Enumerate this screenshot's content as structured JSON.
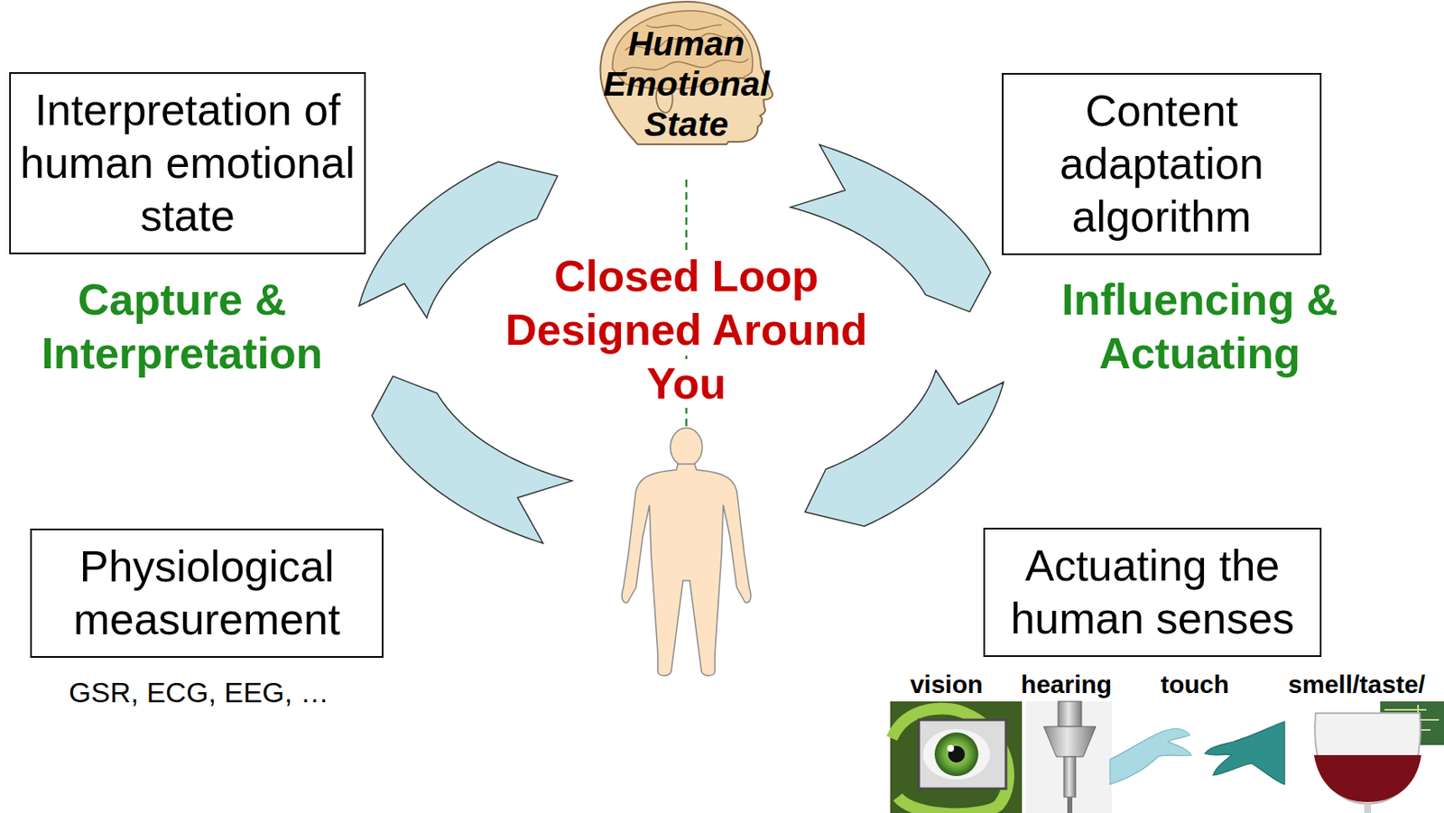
{
  "diagram": {
    "nodes": [
      {
        "text": [
          "Interpretation of human emotional state"
        ]
      },
      {
        "text": [
          "Human Emotional State"
        ]
      },
      {
        "text": [
          "Content adaptation algorithm"
        ]
      },
      {
        "text": [
          "Physiological measurement"
        ]
      },
      {
        "text": [
          "Actuating the human senses"
        ]
      }
    ],
    "labels": [
      "Capture & Interpretation",
      "Closed Loop Designed Around You",
      "Influencing & Actuating",
      "GSR, ECG, EEG, …",
      "vision",
      "hearing",
      "touch",
      "smell/taste/"
    ]
  }
}
